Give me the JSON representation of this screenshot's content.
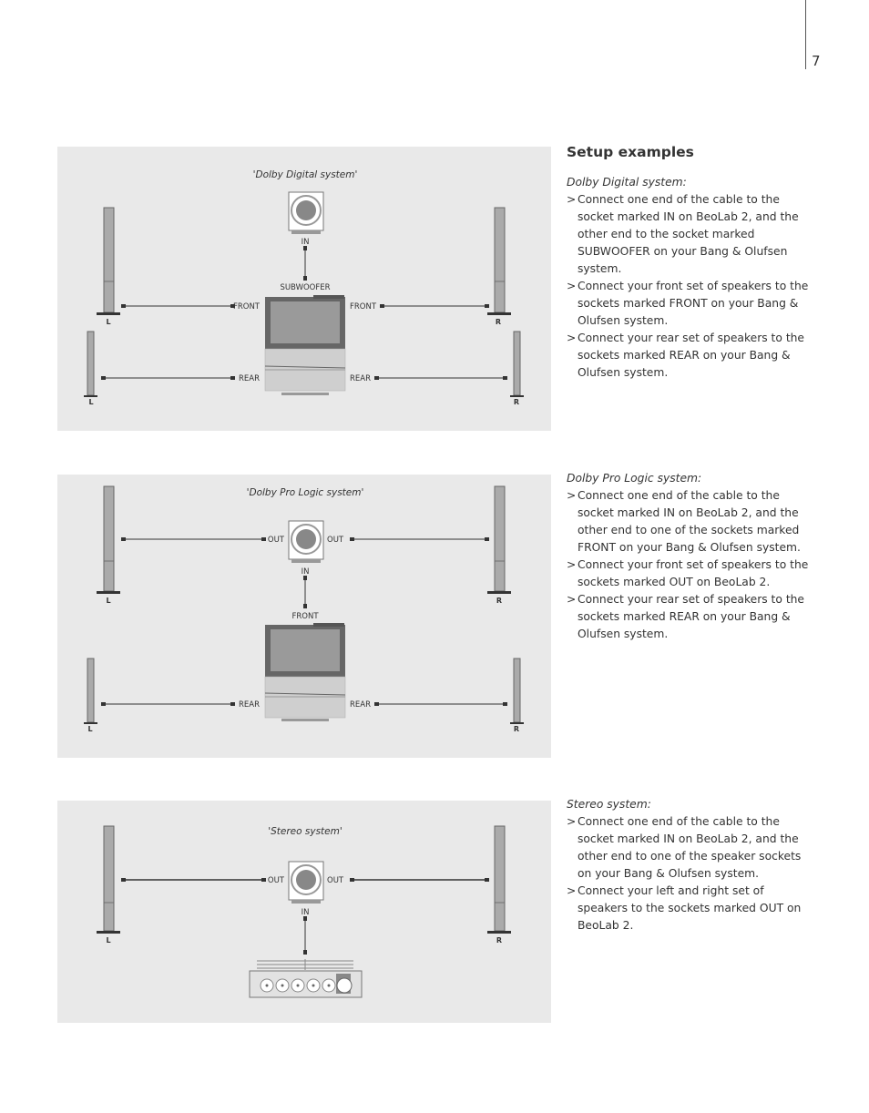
{
  "page": {
    "number": "7"
  },
  "section": {
    "title": "Setup examples",
    "blocks": [
      {
        "heading": "Dolby Digital system:",
        "steps": [
          "Connect one end of the cable to the socket marked IN on BeoLab 2, and the other end to the socket marked SUBWOOFER on your Bang & Olufsen system.",
          "Connect your front set of speakers to the sockets marked FRONT on your Bang & Olufsen system.",
          "Connect your rear set of speakers to the sockets marked REAR on your Bang & Olufsen system."
        ]
      },
      {
        "heading": "Dolby Pro Logic system:",
        "steps": [
          "Connect one end of the cable to the socket marked IN on BeoLab 2, and the other end to one of the sockets marked FRONT on your Bang & Olufsen system.",
          "Connect your front set of speakers to the sockets marked OUT on BeoLab 2.",
          "Connect your rear set of speakers to the sockets marked REAR on your Bang & Olufsen system."
        ]
      },
      {
        "heading": "Stereo system:",
        "steps": [
          "Connect one end of the cable to the socket marked IN on BeoLab 2, and the other end to one of the speaker sockets on your Bang & Olufsen system.",
          "Connect your left and right set of speakers to the sockets marked OUT on BeoLab 2."
        ]
      }
    ]
  },
  "diagrams": {
    "digital": {
      "caption": "'Dolby Digital system'",
      "labels": {
        "in": "IN",
        "subwoofer": "SUBWOOFER",
        "front_left": "FRONT",
        "front_right": "FRONT",
        "rear_left": "REAR",
        "rear_right": "REAR",
        "front_l": "L",
        "front_r": "R",
        "rear_l": "L",
        "rear_r": "R"
      }
    },
    "prologic": {
      "caption": "'Dolby Pro Logic system'",
      "labels": {
        "out_left": "OUT",
        "out_right": "OUT",
        "in": "IN",
        "front": "FRONT",
        "rear_left": "REAR",
        "rear_right": "REAR",
        "front_l": "L",
        "front_r": "R",
        "rear_l": "L",
        "rear_r": "R"
      }
    },
    "stereo": {
      "caption": "'Stereo system'",
      "labels": {
        "out_left": "OUT",
        "out_right": "OUT",
        "in": "IN",
        "front_l": "L",
        "front_r": "R"
      }
    }
  }
}
